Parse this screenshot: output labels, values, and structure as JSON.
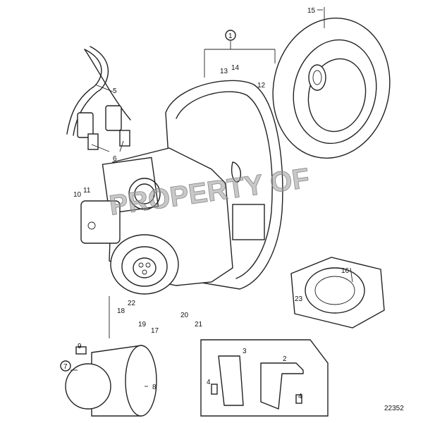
{
  "diagram": {
    "drawing_number": "22352",
    "watermark": "PROPERTY OF",
    "callouts": {
      "c1": "1",
      "c2": "2",
      "c3": "3",
      "c4a": "4",
      "c4b": "4",
      "c5": "5",
      "c6": "6",
      "c7": "7",
      "c8": "8",
      "c9": "9",
      "c10": "10",
      "c11": "11",
      "c12": "12",
      "c13": "13",
      "c14": "14",
      "c15": "15",
      "c16": "16",
      "c17": "17",
      "c18": "18",
      "c19": "19",
      "c20": "20",
      "c21": "21",
      "c22": "22",
      "c23": "23"
    }
  }
}
